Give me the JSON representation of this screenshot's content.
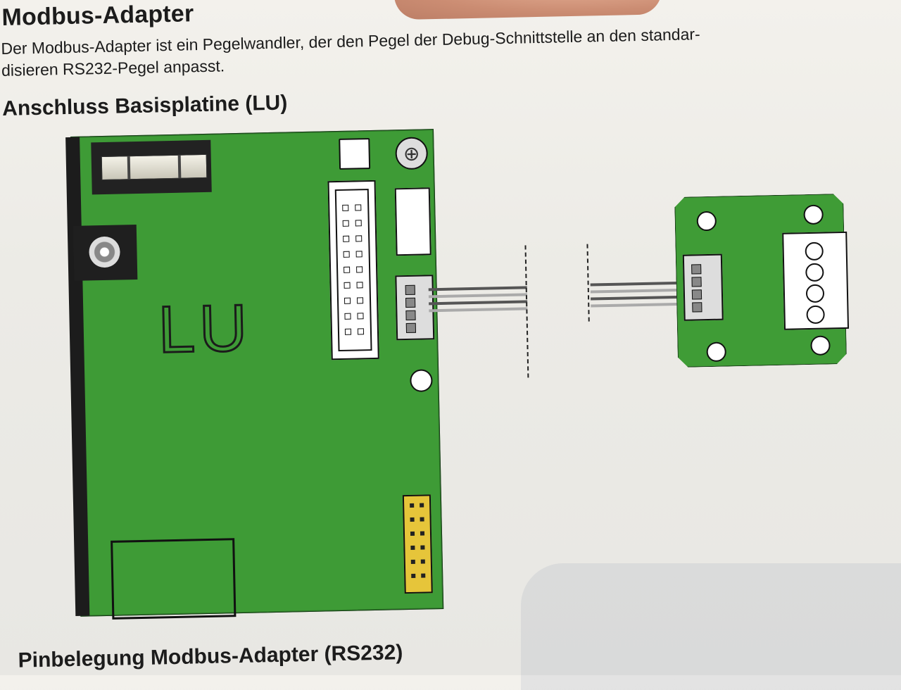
{
  "document": {
    "title": "Modbus-Adapter",
    "intro_line1": "Der Modbus-Adapter ist ein Pegelwandler, der den Pegel der Debug-Schnittstelle an den standar-",
    "intro_line2": "disieren RS232-Pegel anpasst.",
    "section_heading": "Anschluss Basisplatine (LU)",
    "next_section_heading": "Pinbelegung Modbus-Adapter (RS232)"
  },
  "diagram": {
    "board_label": "LU"
  },
  "colors": {
    "pcb_green": "#3e9b36",
    "header_yellow": "#e6c53a"
  }
}
